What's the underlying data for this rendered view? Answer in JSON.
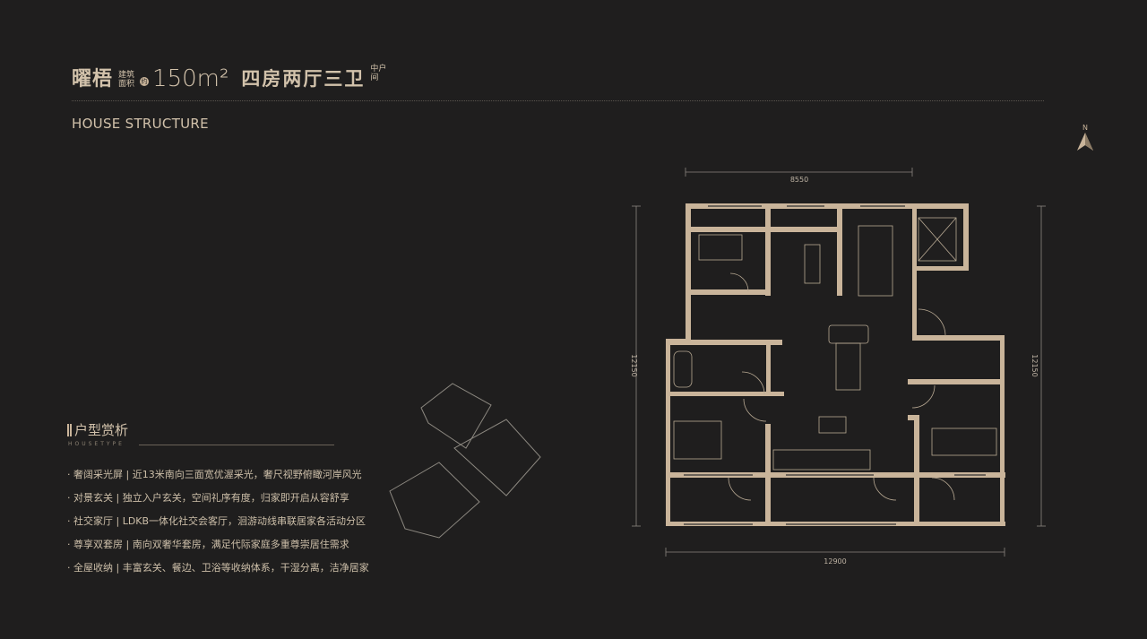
{
  "header": {
    "name": "曜梧",
    "area_label_line1": "建筑",
    "area_label_line2": "面积",
    "area_prefix": "约",
    "area_value": "150m²",
    "layout_type": "四房两厅三卫",
    "position_line1": "中户",
    "position_line2": "间",
    "subtitle": "HOUSE STRUCTURE"
  },
  "compass": {
    "label": "N"
  },
  "analysis": {
    "heading": "户型赏析",
    "subheading": "HOUSETYPE",
    "features": [
      "· 奢阔采光屏 | 近13米南向三面宽优渥采光，奢尺视野俯瞰河岸风光",
      "· 对景玄关 | 独立入户玄关，空间礼序有度，归家即开启从容舒享",
      "· 社交家厅 | LDKB一体化社交会客厅，洄游动线串联居家各活动分区",
      "· 尊享双套房 | 南向双奢华套房，满足代际家庭多重尊崇居住需求",
      "· 全屋收纳 | 丰富玄关、餐边、卫浴等收纳体系，干湿分离，洁净居家"
    ]
  },
  "dimensions": {
    "top": "8550",
    "left": "12150",
    "right": "12150",
    "bottom": "12900"
  },
  "colors": {
    "background": "#1f1e1e",
    "wall": "#c9b49a",
    "text": "#d2c2ab"
  }
}
